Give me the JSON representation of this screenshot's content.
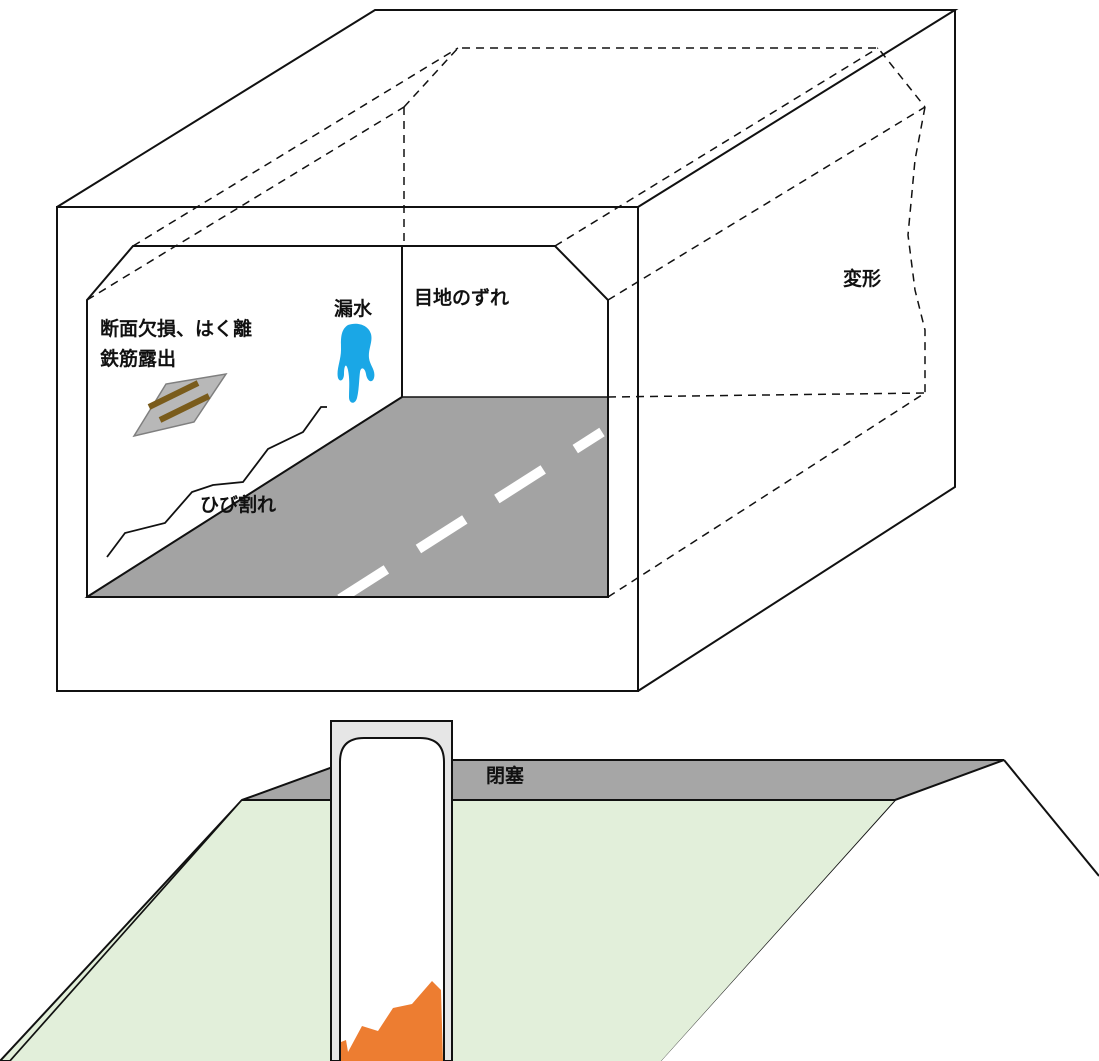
{
  "labels": {
    "section_loss_line1": "断面欠損、はく離",
    "section_loss_line2": "鉄筋露出",
    "leakage": "漏水",
    "joint_displacement": "目地のずれ",
    "deformation": "変形",
    "crack": "ひび割れ",
    "blockage": "閉塞"
  },
  "colors": {
    "line": "#111111",
    "road": "#a3a3a3",
    "road_stripe": "#ffffff",
    "water": "#1aa7e6",
    "rebar_plate": "#b8b8b8",
    "rebar": "#7a5c1c",
    "embankment": "#e2efda",
    "embankment_top": "#a6a6a6",
    "blockage_frame": "#e6e6e6",
    "blockage_fill": "#ed7d31"
  },
  "icons": {
    "water": "water-leak-icon",
    "rebar": "exposed-rebar-icon",
    "blockage": "blockage-icon"
  }
}
